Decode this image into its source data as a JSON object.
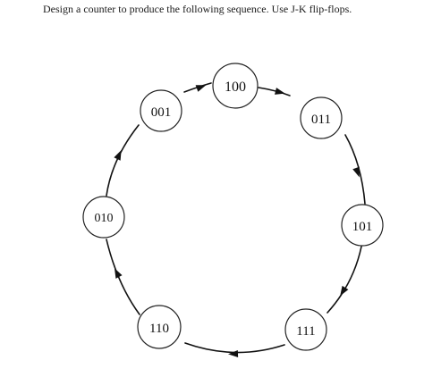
{
  "prompt": "Design a counter to produce the following sequence. Use J-K flip-flops.",
  "states": [
    {
      "id": "s100",
      "label": "100"
    },
    {
      "id": "s011",
      "label": "011"
    },
    {
      "id": "s101",
      "label": "101"
    },
    {
      "id": "s111",
      "label": "111"
    },
    {
      "id": "s110",
      "label": "110"
    },
    {
      "id": "s010",
      "label": "010"
    },
    {
      "id": "s001",
      "label": "001"
    }
  ],
  "transitions": [
    {
      "from": "100",
      "to": "011"
    },
    {
      "from": "011",
      "to": "101"
    },
    {
      "from": "101",
      "to": "111"
    },
    {
      "from": "111",
      "to": "110"
    },
    {
      "from": "110",
      "to": "010"
    },
    {
      "from": "010",
      "to": "001"
    },
    {
      "from": "001",
      "to": "100"
    }
  ]
}
